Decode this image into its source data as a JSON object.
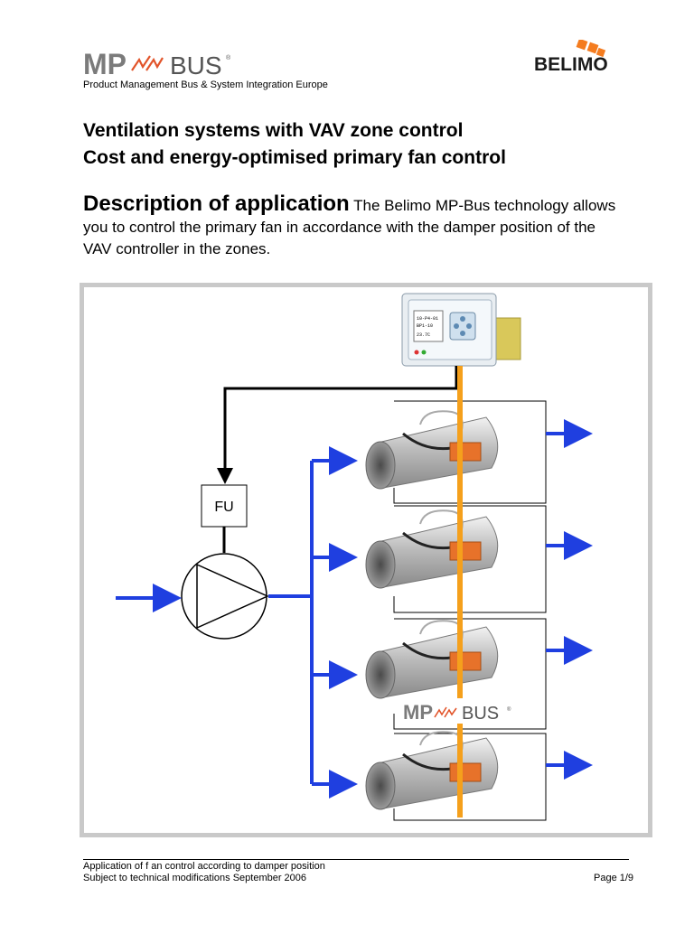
{
  "header": {
    "mp_logo_text": "BUS",
    "belimo_logo_text": "BELIMO",
    "subtitle": "Product Management Bus & System Integration Europe"
  },
  "title": {
    "line1": "Ventilation systems with VAV zone control",
    "line2": "Cost and energy-optimised primary fan control"
  },
  "description": {
    "lead": "Description of application",
    "text": " The Belimo MP-Bus technology allows you to control the primary fan in accordance with the damper position of the VAV controller in the zones."
  },
  "diagram": {
    "fu_label": "FU",
    "controller_screen": [
      "10-P4-01",
      "BP1-10",
      "23.7C"
    ],
    "mp_bus_logo_text": "BUS",
    "colors": {
      "flow": "#1f3fe0",
      "bus": "#f5a01c",
      "frame": "#c9c9c9"
    }
  },
  "footer": {
    "line1": "Application of f an control according to damper position",
    "line2": "Subject to technical modifications September 2006",
    "page": "Page 1/9"
  }
}
